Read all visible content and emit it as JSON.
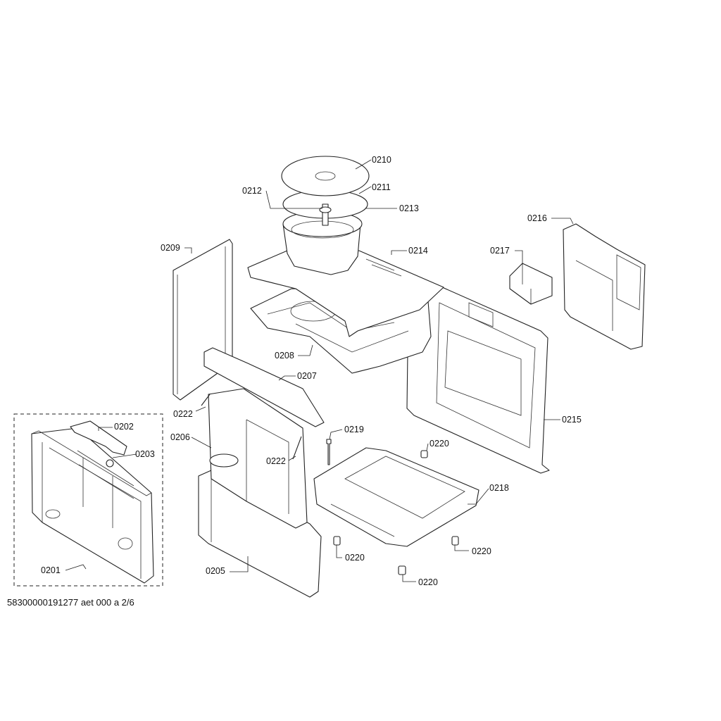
{
  "footer": "58300000191277 aet 000 a 2/6",
  "labels": {
    "p0201": "0201",
    "p0202": "0202",
    "p0203": "0203",
    "p0205": "0205",
    "p0206": "0206",
    "p0207": "0207",
    "p0208": "0208",
    "p0209": "0209",
    "p0210": "0210",
    "p0211": "0211",
    "p0212": "0212",
    "p0213": "0213",
    "p0214": "0214",
    "p0215": "0215",
    "p0216": "0216",
    "p0217": "0217",
    "p0218": "0218",
    "p0219": "0219",
    "p0220a": "0220",
    "p0220b": "0220",
    "p0220c": "0220",
    "p0220d": "0220",
    "p0222a": "0222",
    "p0222b": "0222"
  }
}
